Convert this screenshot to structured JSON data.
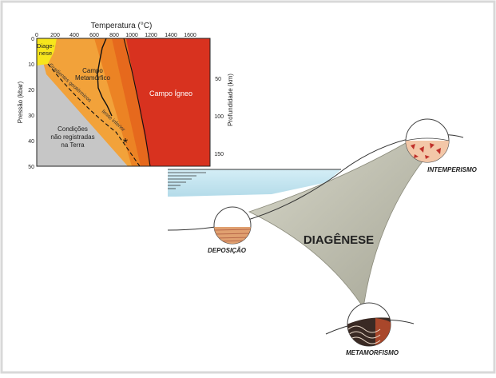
{
  "phase_chart": {
    "title": "Temperatura (°C)",
    "left_axis_label": "Pressão (kbar)",
    "right_axis_label": "Profundidade (km)",
    "temp_ticks": [
      "0",
      "200",
      "400",
      "600",
      "800",
      "1000",
      "1200",
      "1400",
      "1600"
    ],
    "pressure_ticks": [
      "0",
      "10",
      "20",
      "30",
      "40",
      "50"
    ],
    "depth_ticks": [
      "50",
      "100",
      "150"
    ],
    "zones": {
      "diagenese": [
        "Diage-",
        "nese"
      ],
      "metamorfico": [
        "Campo",
        "Metamórfico"
      ],
      "igneo": "Campo Ígneo",
      "nao_registradas": [
        "Condições",
        "não registradas",
        "na Terra"
      ]
    },
    "gradient_label": "Gradientes geotérmicos",
    "limit_label": "limite inferior",
    "star": "*",
    "colors": {
      "diagenese": "#f7e51c",
      "metamorfico_light": "#f2a23a",
      "metamorfico_mid": "#ec8324",
      "metamorfico_dark": "#e6691d",
      "igneo": "#d8321f",
      "nao_registradas": "#c6c6c6"
    }
  },
  "cycle": {
    "center_label": "DIAGÊNESE",
    "nodes": {
      "intemperismo": "INTEMPERISMO",
      "deposicao": "DEPOSIÇÃO",
      "metamorfismo": "METAMORFISMO"
    },
    "colors": {
      "sea": "#bfe3ef",
      "triangle": "#c2c2b4",
      "deposit": "#e0a070",
      "rock": "#a9472b"
    }
  }
}
